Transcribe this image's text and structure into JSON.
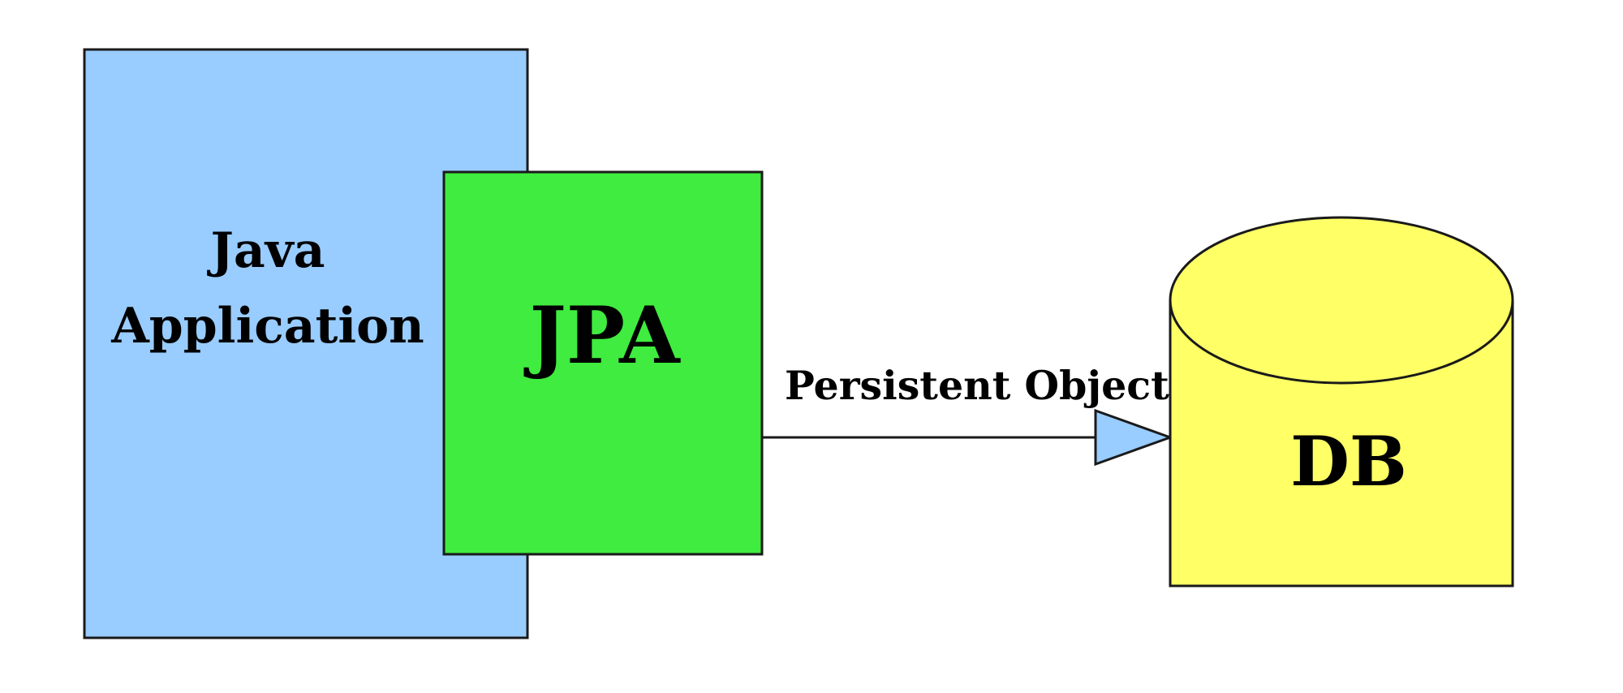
{
  "diagram": {
    "nodes": {
      "java_app": {
        "label_line1": "Java",
        "label_line2": "Application",
        "color": "#99ccff"
      },
      "jpa": {
        "label": "JPA",
        "color": "#3fec3f"
      },
      "db": {
        "label": "DB",
        "color": "#ffff66"
      }
    },
    "edges": [
      {
        "from": "JPA",
        "to": "DB",
        "label": "Persistent Objects",
        "arrowhead_color": "#99ccff"
      }
    ]
  }
}
